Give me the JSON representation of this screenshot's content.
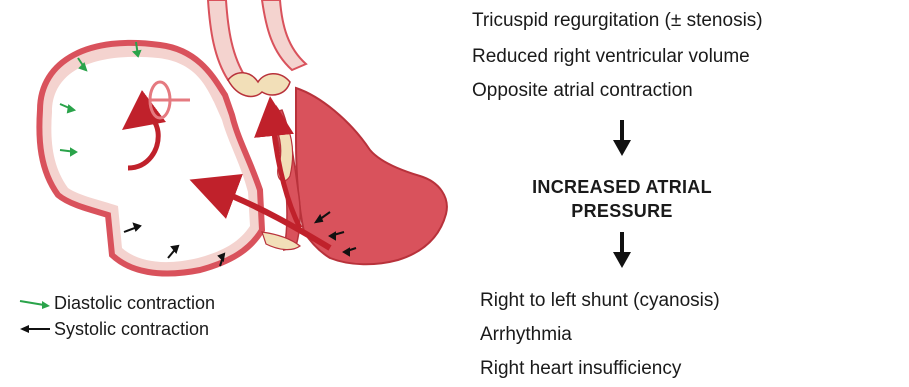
{
  "colors": {
    "muscle": "#d9525c",
    "muscle_dark": "#b8323b",
    "wall_inner": "#f4d3cf",
    "valve": "#f2dfb8",
    "arrow_red": "#c0212b",
    "diastolic_arrow": "#2aa34a",
    "systolic_arrow": "#111111"
  },
  "icons": {
    "diastolic": "green-arrow-icon",
    "systolic": "black-arrow-icon",
    "flow_down": "down-arrow-icon"
  },
  "legend": {
    "diastolic_label": "Diastolic contraction",
    "systolic_label": "Systolic contraction"
  },
  "flow": {
    "causes": [
      "Tricuspid regurgitation (± stenosis)",
      "Reduced right ventricular volume",
      "Opposite atrial contraction"
    ],
    "center_line1": "INCREASED ATRIAL",
    "center_line2": "PRESSURE",
    "effects": [
      "Right to left shunt (cyanosis)",
      "Arrhythmia",
      "Right heart insufficiency"
    ]
  }
}
